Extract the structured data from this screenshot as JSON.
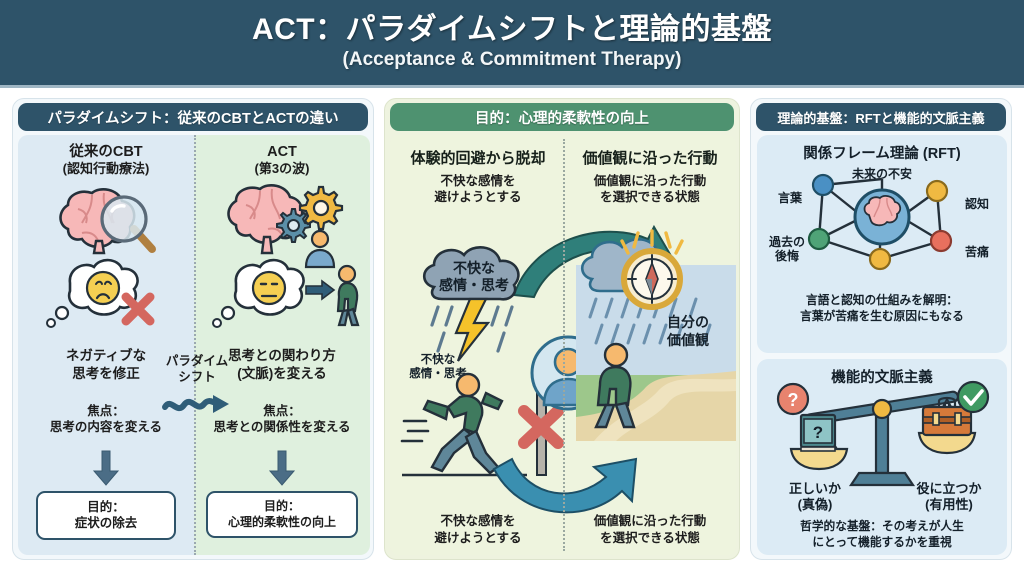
{
  "header": {
    "title": "ACT：パラダイムシフトと理論的基盤",
    "subtitle": "(Acceptance & Commitment Therapy)"
  },
  "colors": {
    "header_bg": "#2e5369",
    "panel_head_dark": "#2e5369",
    "panel_head_green": "#4e9270",
    "cbt_column_bg": "#ddeaf3",
    "act_column_bg": "#dff0de",
    "middle_bg": "#eef4de",
    "right_card_bg": "#dcebf5",
    "arrow_teal": "#2f7f7a",
    "arrow_blue": "#3a8fb0",
    "node_blue": "#4a90c4",
    "node_yellow": "#f0b942",
    "node_green": "#4fa377",
    "node_red": "#e8705e"
  },
  "left_panel": {
    "head": "パラダイムシフト：従来のCBTとACTの違い",
    "shift_label": "パラダイム\nシフト",
    "shift_label_line1": "パラダイム",
    "shift_label_line2": "シフト",
    "columns": [
      {
        "key": "cbt",
        "title": "従来のCBT",
        "subtitle": "(認知行動療法)",
        "icon": "brain-magnifier-icon",
        "thought_icon": "sad-face-cloud-with-x-icon",
        "caption_line1": "ネガティブな",
        "caption_line2": "思考を修正",
        "focus_line1": "焦点：",
        "focus_line2": "思考の内容を変える",
        "result_line1": "目的：",
        "result_line2": "症状の除去"
      },
      {
        "key": "act",
        "title": "ACT",
        "subtitle": "(第3の波)",
        "icon": "brain-gears-person-icon",
        "thought_icon": "neutral-face-cloud-with-walking-person-icon",
        "caption_line1": "思考との関わり方",
        "caption_line2": "(文脈)を変える",
        "focus_line1": "焦点：",
        "focus_line2": "思考との関係性を変える",
        "result_line1": "目的：",
        "result_line2": "心理的柔軟性の向上"
      }
    ]
  },
  "middle_panel": {
    "head": "目的：心理的柔軟性の向上",
    "left_heading": "体験的回避から脱却",
    "left_top_line1": "不快な感情を",
    "left_top_line2": "避けようとする",
    "left_bottom_line1": "不快な感情を",
    "left_bottom_line2": "避けようとする",
    "right_heading": "価値観に沿った行動",
    "right_top_line1": "価値観に沿った行動",
    "right_top_line2": "を選択できる状態",
    "right_bottom_line1": "価値観に沿った行動",
    "right_bottom_line2": "を選択できる状態",
    "cloud_label_line1": "不快な",
    "cloud_label_line2": "感情・思考",
    "runner_label_line1": "不快な",
    "runner_label_line2": "感情・思考",
    "values_label_line1": "自分の",
    "values_label_line2": "価値観",
    "icons": {
      "storm_cloud": "storm-cloud-lightning-icon",
      "compass": "compass-icon",
      "avatar": "person-avatar-icon",
      "runner": "running-person-icon",
      "barrier": "barrier-cross-icon",
      "walker": "walking-person-path-icon",
      "curve_arrow_top": "curved-arrow-green-icon",
      "curve_arrow_bottom": "curved-arrow-blue-icon"
    }
  },
  "right_panel": {
    "head": "理論的基盤：RFTと機能的文脈主義",
    "rft": {
      "title": "関係フレーム理論 (RFT)",
      "center_icon": "brain-node-icon",
      "nodes": [
        {
          "label": "言葉",
          "color": "#4a90c4"
        },
        {
          "label": "未来の不安",
          "color": "#4a90c4"
        },
        {
          "label": "認知",
          "color": "#f0b942"
        },
        {
          "label": "過去の\n後悔",
          "color": "#4fa377"
        },
        {
          "label": "苦痛",
          "color": "#e8705e"
        }
      ],
      "node_labels": {
        "words": "言葉",
        "future_anxiety": "未来の不安",
        "cognition": "認知",
        "past_regret_line1": "過去の",
        "past_regret_line2": "後悔",
        "suffering": "苦痛"
      },
      "note_line1": "言語と認知の仕組みを解明：",
      "note_line2": "言葉が苦痛を生む原因にもなる"
    },
    "functional_contextualism": {
      "title": "機能的文脈主義",
      "icon": "balance-scale-icon",
      "left_badge_icon": "question-mark-badge-icon",
      "right_badge_icon": "check-mark-badge-icon",
      "left_item_icon": "book-question-icon",
      "right_item_icon": "toolbox-icon",
      "left_label_line1": "正しいか",
      "left_label_line2": "(真偽)",
      "right_label_line1": "役に立つか",
      "right_label_line2": "(有用性)",
      "note_line1": "哲学的な基盤：その考えが人生",
      "note_line2": "にとって機能するかを重視"
    }
  }
}
